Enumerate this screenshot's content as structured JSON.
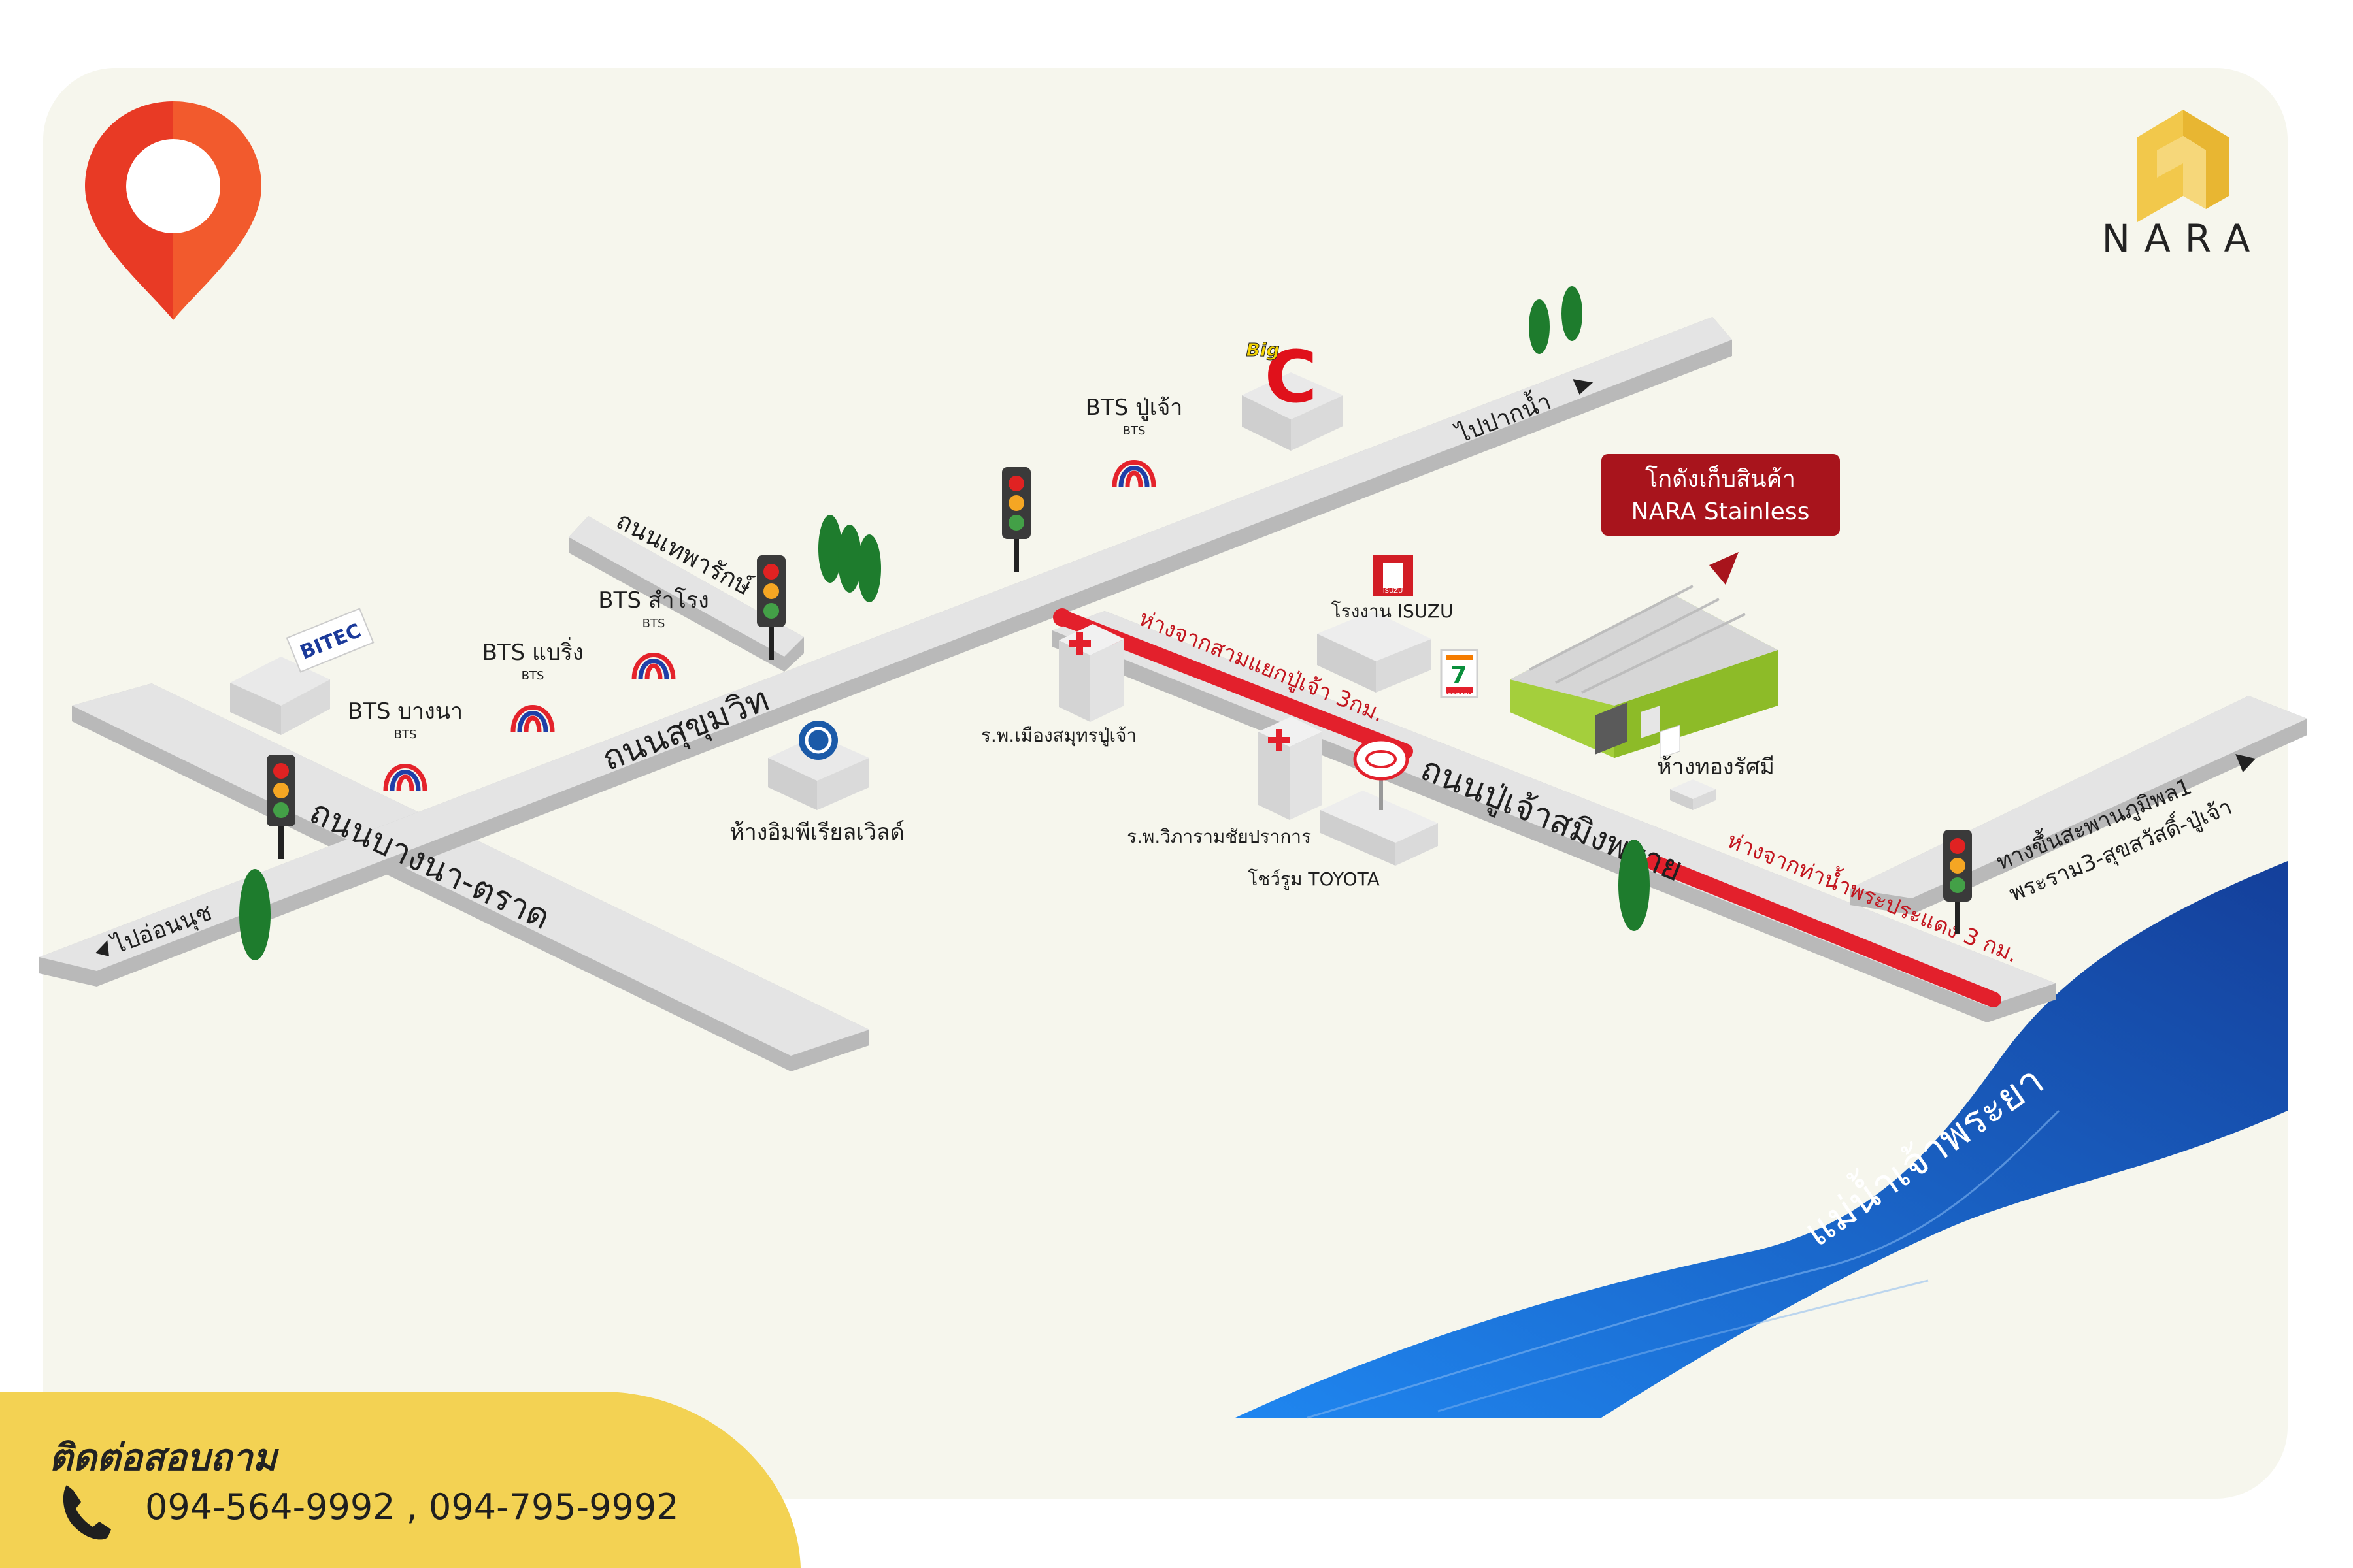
{
  "brand": {
    "name": "NARA",
    "color": "#f2c84b"
  },
  "roads": {
    "sukhumvit": "ถนนสุขุมวิท",
    "bangna_trat": "ถนนบางนา-ตราด",
    "thepharak": "ถนนเทพารักษ์",
    "pu_chao": "ถนนปู่เจ้าสมิงพราย",
    "to_onnut": "ไปอ่อนนุช",
    "to_paknam": "ไปปากน้ำ",
    "expressway_line1": "ทางขึ้นสะพานภูมิพล1",
    "expressway_line2": "พระราม3-สุขสวัสดิ์-ปู่เจ้า"
  },
  "stations": {
    "bangna": "BTS บางนา",
    "bearing": "BTS แบริ่ง",
    "samrong": "BTS สำโรง",
    "pu_chao": "BTS ปู่เจ้า",
    "logo_text": "BTS"
  },
  "landmarks": {
    "bitec": "BITEC",
    "bigc_small": "Big",
    "bigc_big": "C",
    "imperial": "ห้างอิมพีเรียลเวิลด์",
    "muang_hospital": "ร.พ.เมืองสมุทรปู่เจ้า",
    "vibharam_hospital": "ร.พ.วิภารามชัยปราการ",
    "toyota": "โชว์รูม TOYOTA",
    "isuzu": "โรงงาน ISUZU",
    "isuzu_logo": "ISUZU",
    "seven": "ELEVEN",
    "thongrassamee": "ห้างทองรัศมี"
  },
  "warehouse": {
    "line1": "โกดังเก็บสินค้า",
    "line2": "NARA Stainless",
    "accent": "#a8141c"
  },
  "distances": {
    "from_junction": "ห่างจากสามแยกปู่เจ้า 3กม.",
    "from_pier": "ห่างจากท่าน้ำพระประแดง 3 กม."
  },
  "river": {
    "name": "แม่น้ำเจ้าพระยา",
    "color": "#1c66c4"
  },
  "contact": {
    "title": "ติดต่อสอบถาม",
    "phones": "094-564-9992 , 094-795-9992",
    "bg_color": "#f3d253"
  }
}
